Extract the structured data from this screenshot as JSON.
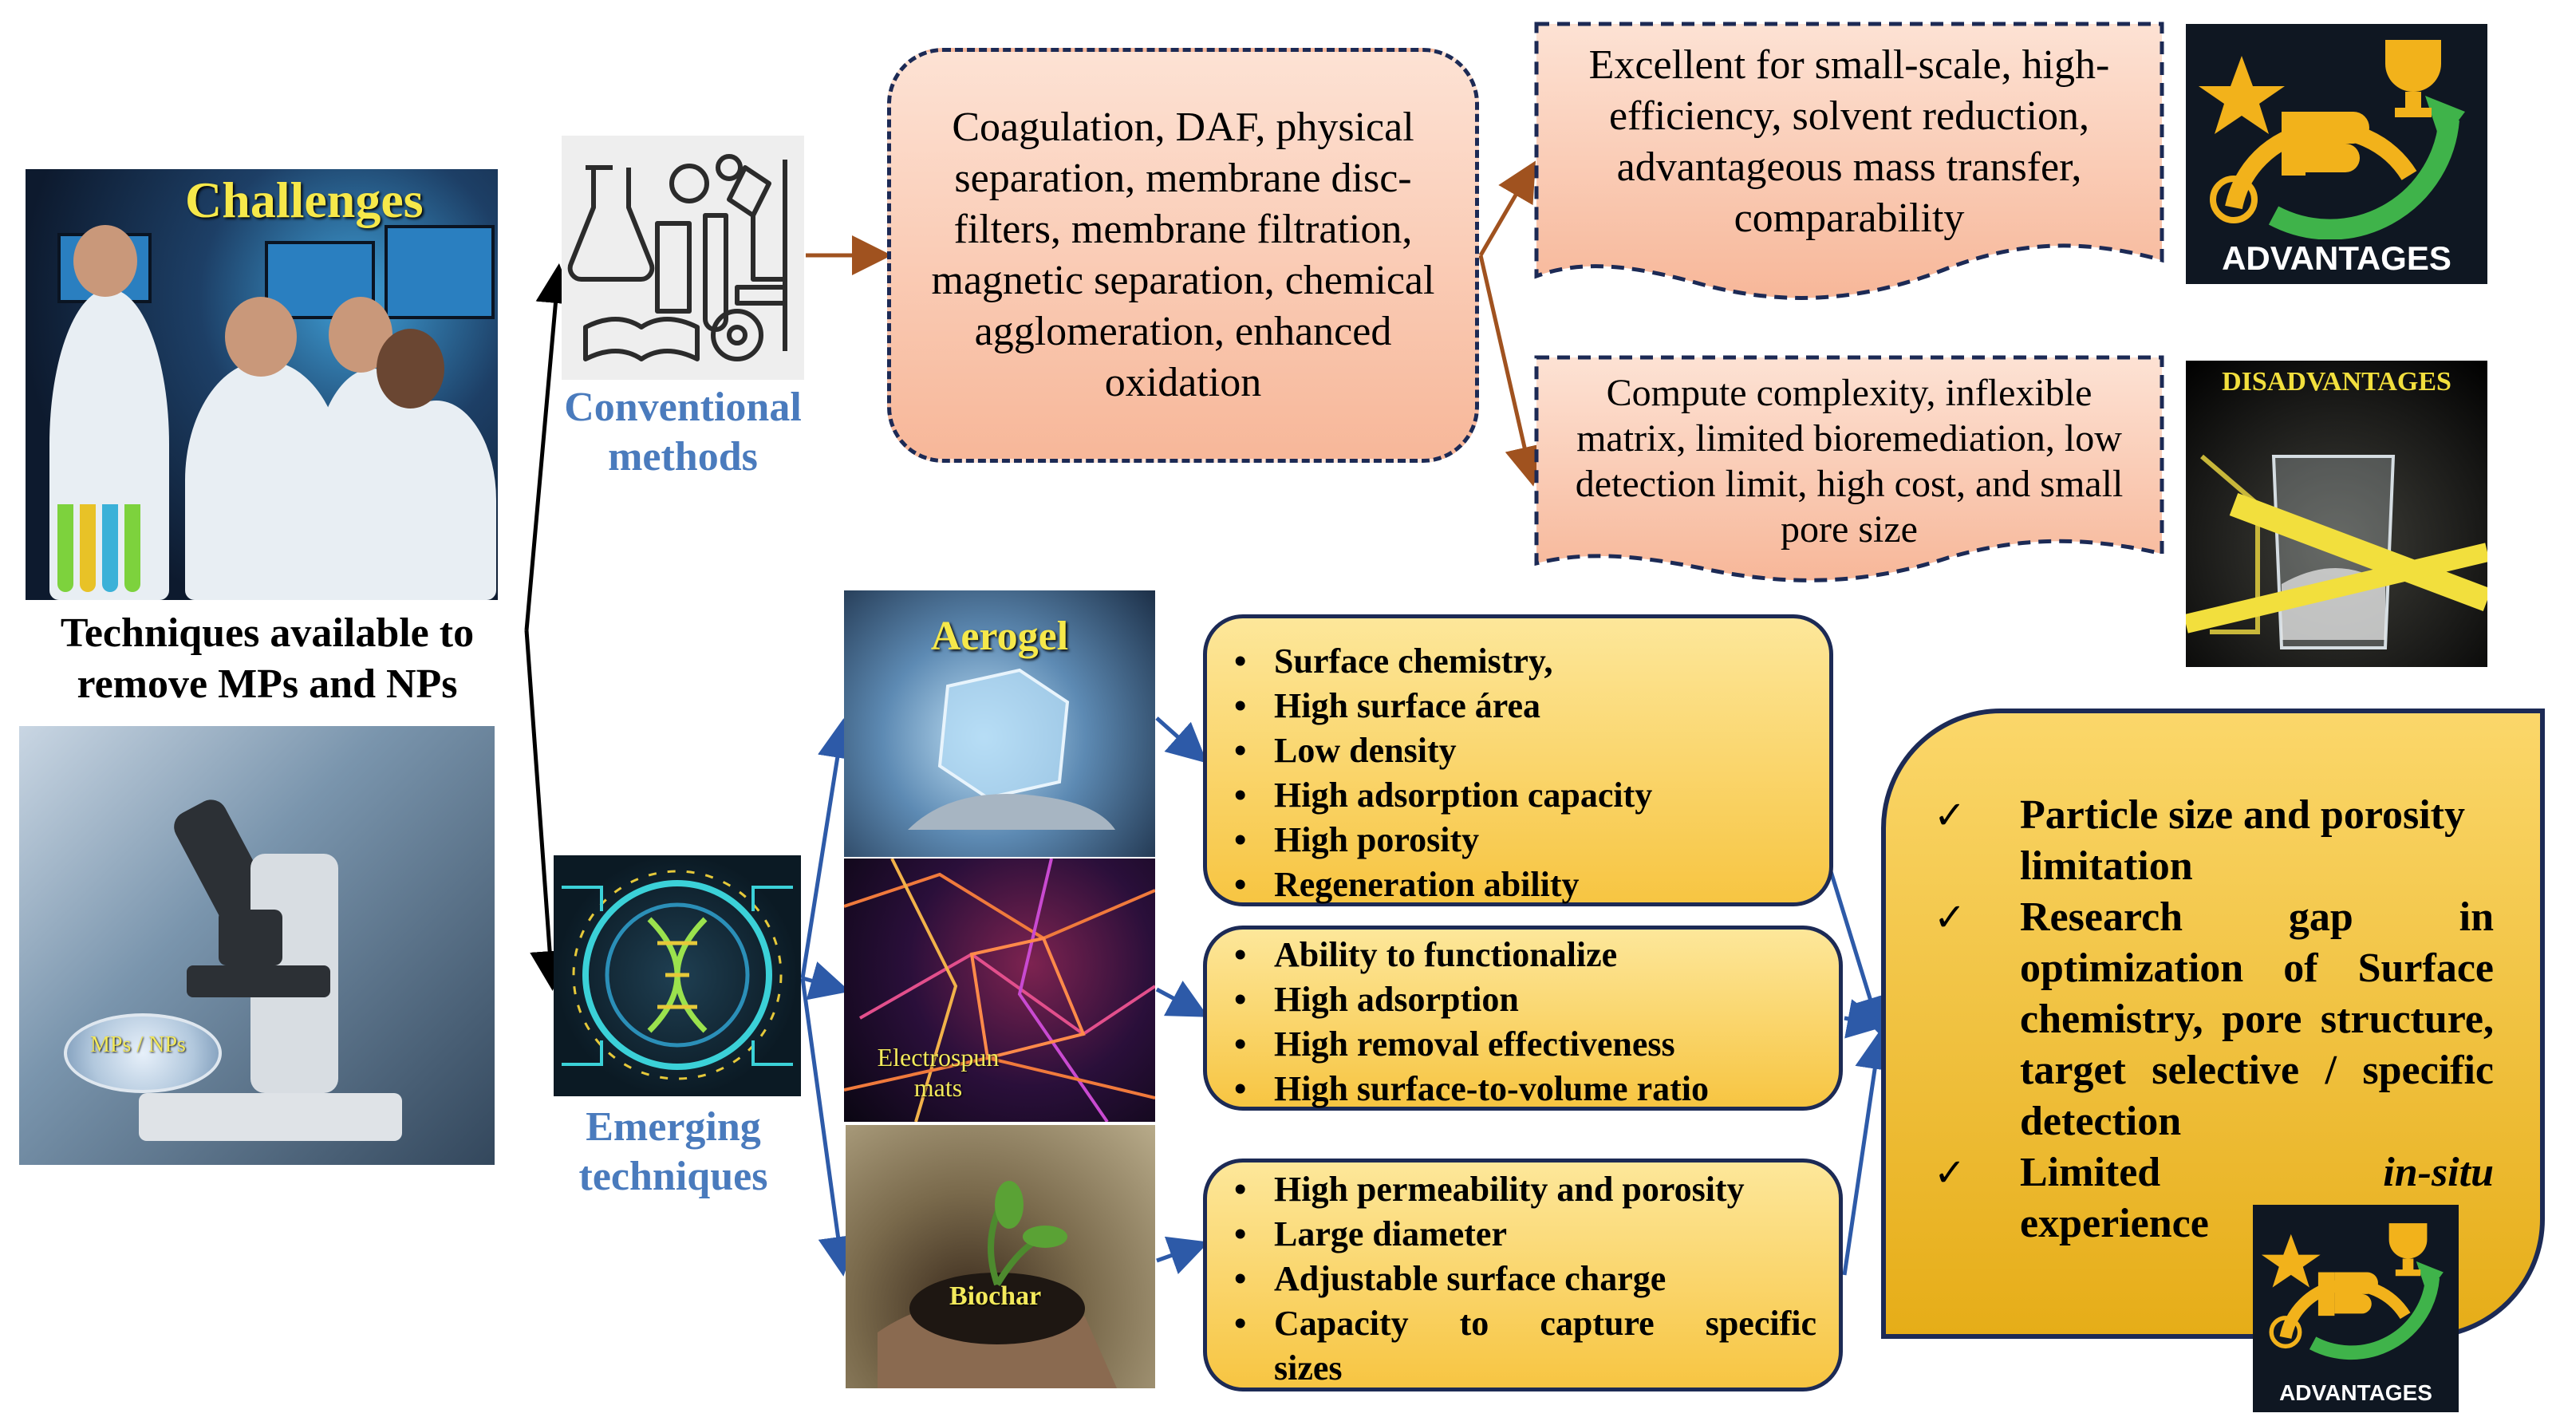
{
  "left_panel": {
    "challenges_label": "Challenges",
    "techniques_text": "Techniques available to remove MPs and NPs",
    "microscope_label": "MPs / NPs"
  },
  "conventional": {
    "label": "Conventional methods",
    "methods": "Coagulation, DAF, physical separation, membrane disc-filters, membrane filtration, magnetic separation, chemical agglomeration, enhanced oxidation",
    "advantages": "Excellent for small-scale, high-efficiency, solvent reduction, advantageous mass transfer, comparability",
    "disadvantages": "Compute complexity, inflexible matrix, limited bioremediation, low detection limit, high cost, and small pore size"
  },
  "badges": {
    "advantages_top": "ADVANTAGES",
    "disadvantages_title": "DISADVANTAGES",
    "advantages_bottom": "ADVANTAGES"
  },
  "emerging": {
    "label": "Emerging techniques",
    "aerogel": {
      "title": "Aerogel",
      "features": [
        "Surface chemistry,",
        "High surface área",
        "Low density",
        "High adsorption capacity",
        "High porosity",
        "Regeneration ability"
      ]
    },
    "electrospun": {
      "title": "Electrospun mats",
      "features": [
        "Ability to functionalize",
        "High adsorption",
        "High removal effectiveness",
        "High surface-to-volume ratio"
      ]
    },
    "biochar": {
      "title": "Biochar",
      "features": [
        "High permeability and porosity",
        "Large diameter",
        "Adjustable surface charge",
        "Capacity to capture specific",
        "sizes"
      ]
    }
  },
  "limitations": {
    "item1_line1": "Particle size and porosity",
    "item1_line2": "limitation",
    "item2_text": "Research gap in optimization of Surface chemistry, pore structure, target selective / specific detection",
    "item3_word1": "Limited",
    "item3_word2": "in-situ",
    "item3_line2": "experience"
  },
  "colors": {
    "accent_blue": "#4a7bbd",
    "box_border": "#1c2a55",
    "salmon": "#f7b799",
    "yellow": "#f7c542",
    "arrow_brown": "#a0521f",
    "arrow_blue": "#2d5aa8"
  }
}
